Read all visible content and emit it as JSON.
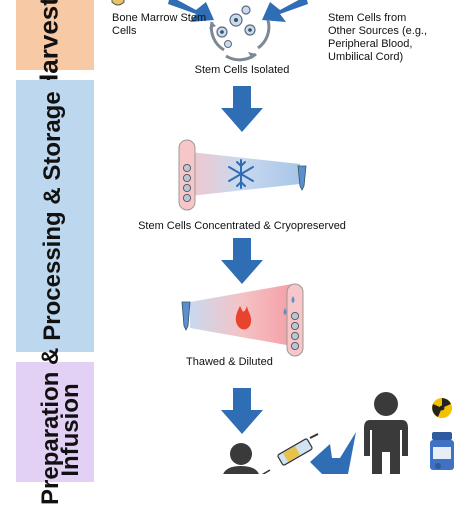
{
  "bands": {
    "harvest": "Harvest",
    "processing": "Processing & Storage",
    "infusion_1": "Preparation &",
    "infusion_2": "Infusion"
  },
  "labels": {
    "bone_marrow": [
      "Bone Marrow Stem",
      "Cells"
    ],
    "other_sources": [
      "Stem Cells from",
      "Other Sources (e.g.,",
      "Peripheral Blood,",
      "Umbilical Cord)"
    ],
    "isolated": "Stem Cells Isolated",
    "concentrated": "Stem Cells Concentrated & Cryopreserved",
    "thawed": "Thawed & Diluted"
  },
  "icons": [
    "arrow-down-icon",
    "cells-cycle-icon",
    "snowflake-icon",
    "flame-icon",
    "syringe-icon",
    "person-icon",
    "radiation-icon",
    "medicine-bottle-icon"
  ],
  "colors": {
    "harvest_band": "#f8c9a5",
    "processing_band": "#bdd7ee",
    "infusion_band": "#e3d1f5",
    "arrow": "#2f6db5",
    "cold": "#a9c6e8",
    "warm": "#f4a0a6",
    "tube": "#f6c6c8",
    "person": "#3a3a3a"
  }
}
